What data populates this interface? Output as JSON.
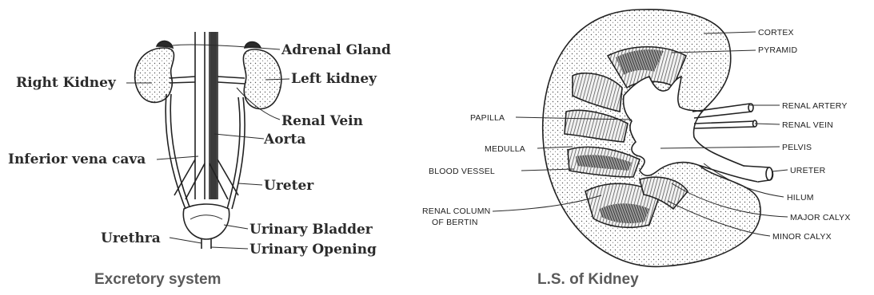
{
  "left_diagram": {
    "caption": "Excretory system",
    "labels": {
      "adrenal_gland": "Adrenal Gland",
      "right_kidney": "Right  Kidney",
      "left_kidney": "Left kidney",
      "renal_vein": "Renal Vein",
      "aorta": "Aorta",
      "inferior_vena_cava": "Inferior vena cava",
      "ureter": "Ureter",
      "urinary_bladder": "Urinary Bladder",
      "urethra": "Urethra",
      "urinary_opening": "Urinary Opening"
    }
  },
  "right_diagram": {
    "caption": "L.S. of Kidney",
    "labels": {
      "cortex": "CORTEX",
      "pyramid": "PYRAMID",
      "renal_artery": "RENAL ARTERY",
      "renal_vein": "RENAL VEIN",
      "pelvis": "PELVIS",
      "ureter": "URETER",
      "hilum": "HILUM",
      "major_calyx": "MAJOR CALYX",
      "minor_calyx": "MINOR CALYX",
      "papilla": "PAPILLA",
      "medulla": "MEDULLA",
      "blood_vessel": "BLOOD VESSEL",
      "renal_column_line1": "RENAL COLUMN",
      "renal_column_line2": "OF BERTIN"
    }
  },
  "colors": {
    "ink": "#222222",
    "caption": "#5a5a5a",
    "tissue_light": "#f4f4f4",
    "tissue_dark": "#3a3a3a"
  }
}
